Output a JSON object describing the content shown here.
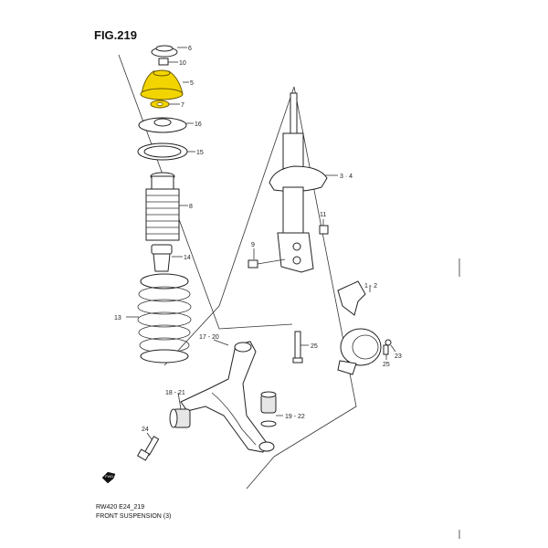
{
  "figure_label": "FIG.219",
  "callouts": [
    {
      "id": "c6",
      "text": "6"
    },
    {
      "id": "c10",
      "text": "10"
    },
    {
      "id": "c5",
      "text": "5"
    },
    {
      "id": "c7",
      "text": "7"
    },
    {
      "id": "c16",
      "text": "16"
    },
    {
      "id": "c15",
      "text": "15"
    },
    {
      "id": "c8",
      "text": "8"
    },
    {
      "id": "c14",
      "text": "14"
    },
    {
      "id": "c13",
      "text": "13"
    },
    {
      "id": "c34",
      "text": "3 · 4"
    },
    {
      "id": "c11",
      "text": "11"
    },
    {
      "id": "c9",
      "text": "9"
    },
    {
      "id": "c12",
      "text": "1 · 2"
    },
    {
      "id": "c1720",
      "text": "17 - 20"
    },
    {
      "id": "c25a",
      "text": "25"
    },
    {
      "id": "c25b",
      "text": "25"
    },
    {
      "id": "c23",
      "text": "23"
    },
    {
      "id": "c1821",
      "text": "18 - 21"
    },
    {
      "id": "c1922",
      "text": "19 - 22"
    },
    {
      "id": "c24",
      "text": "24"
    }
  ],
  "fwd_label": "FWD",
  "caption": {
    "code": "RW420 E24_219",
    "title": "FRONT SUSPENSION (3)"
  },
  "colors": {
    "highlight": "#f2d400",
    "line": "#333333"
  }
}
